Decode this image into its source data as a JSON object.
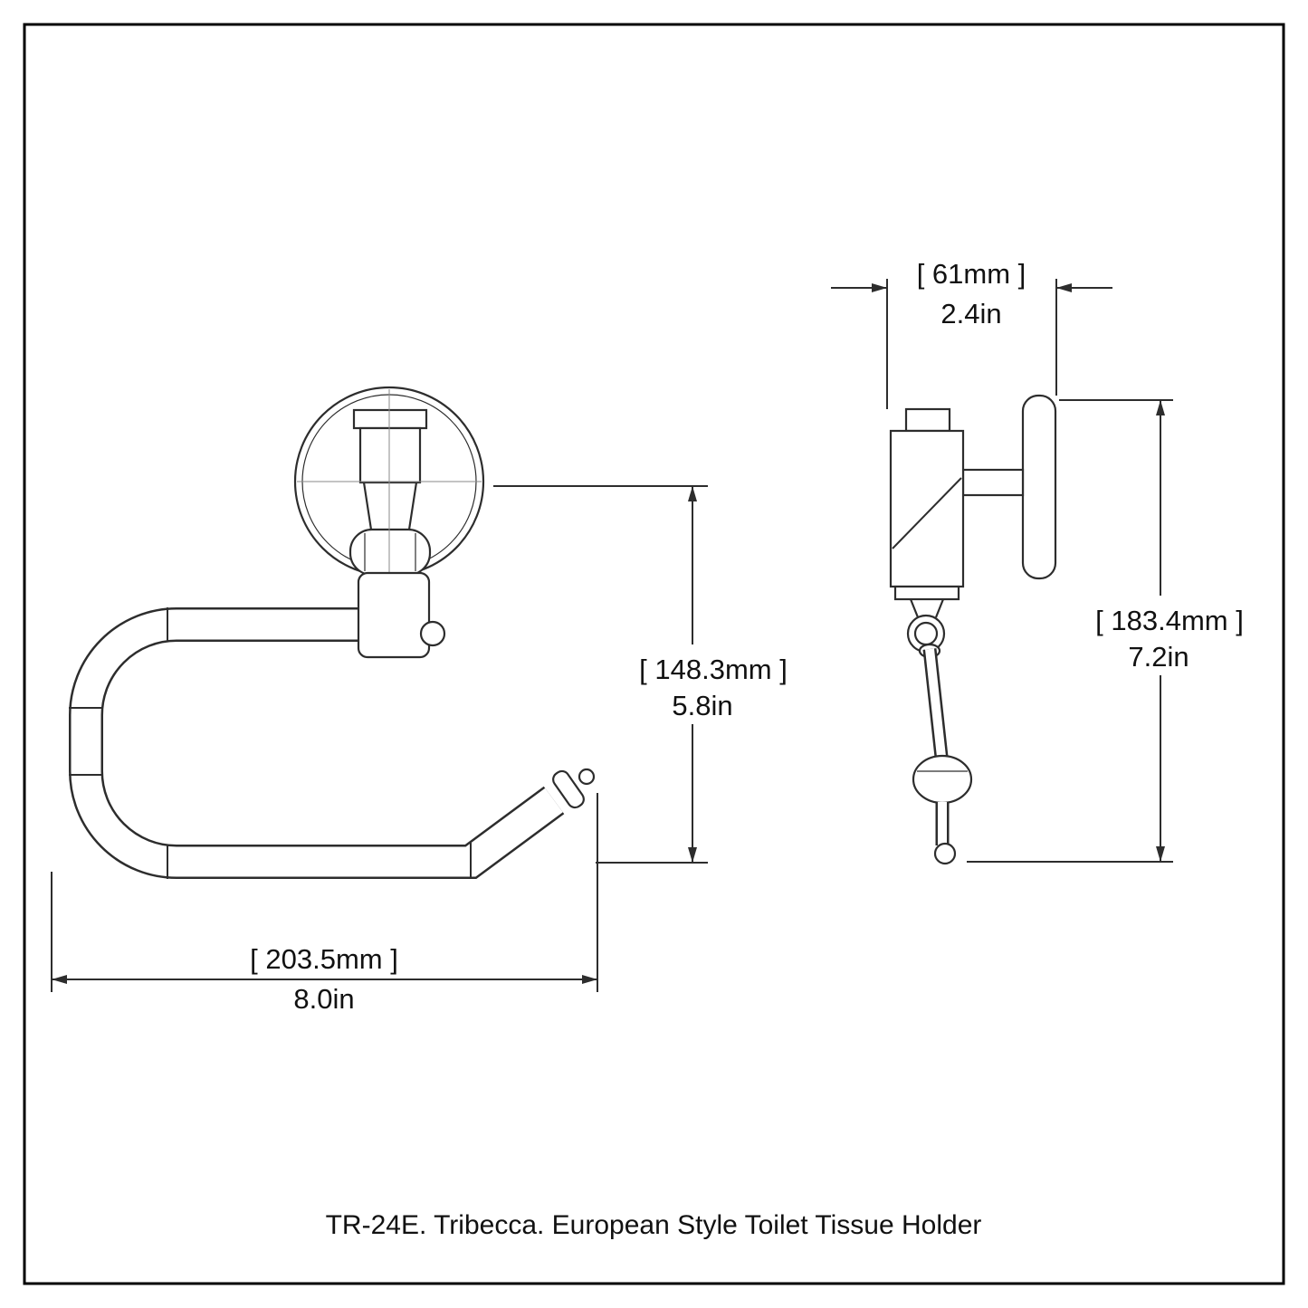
{
  "caption": "TR-24E. Tribecca. European Style Toilet Tissue Holder",
  "dimensions": {
    "width": {
      "metric": "[ 203.5mm ]",
      "imperial": "8.0in"
    },
    "front_height": {
      "metric": "[ 148.3mm ]",
      "imperial": "5.8in"
    },
    "depth": {
      "metric": "[ 61mm ]",
      "imperial": "2.4in"
    },
    "side_height": {
      "metric": "[ 183.4mm ]",
      "imperial": "7.2in"
    }
  },
  "colors": {
    "line": "#2d2d2d",
    "text": "#111111",
    "background": "#ffffff"
  }
}
